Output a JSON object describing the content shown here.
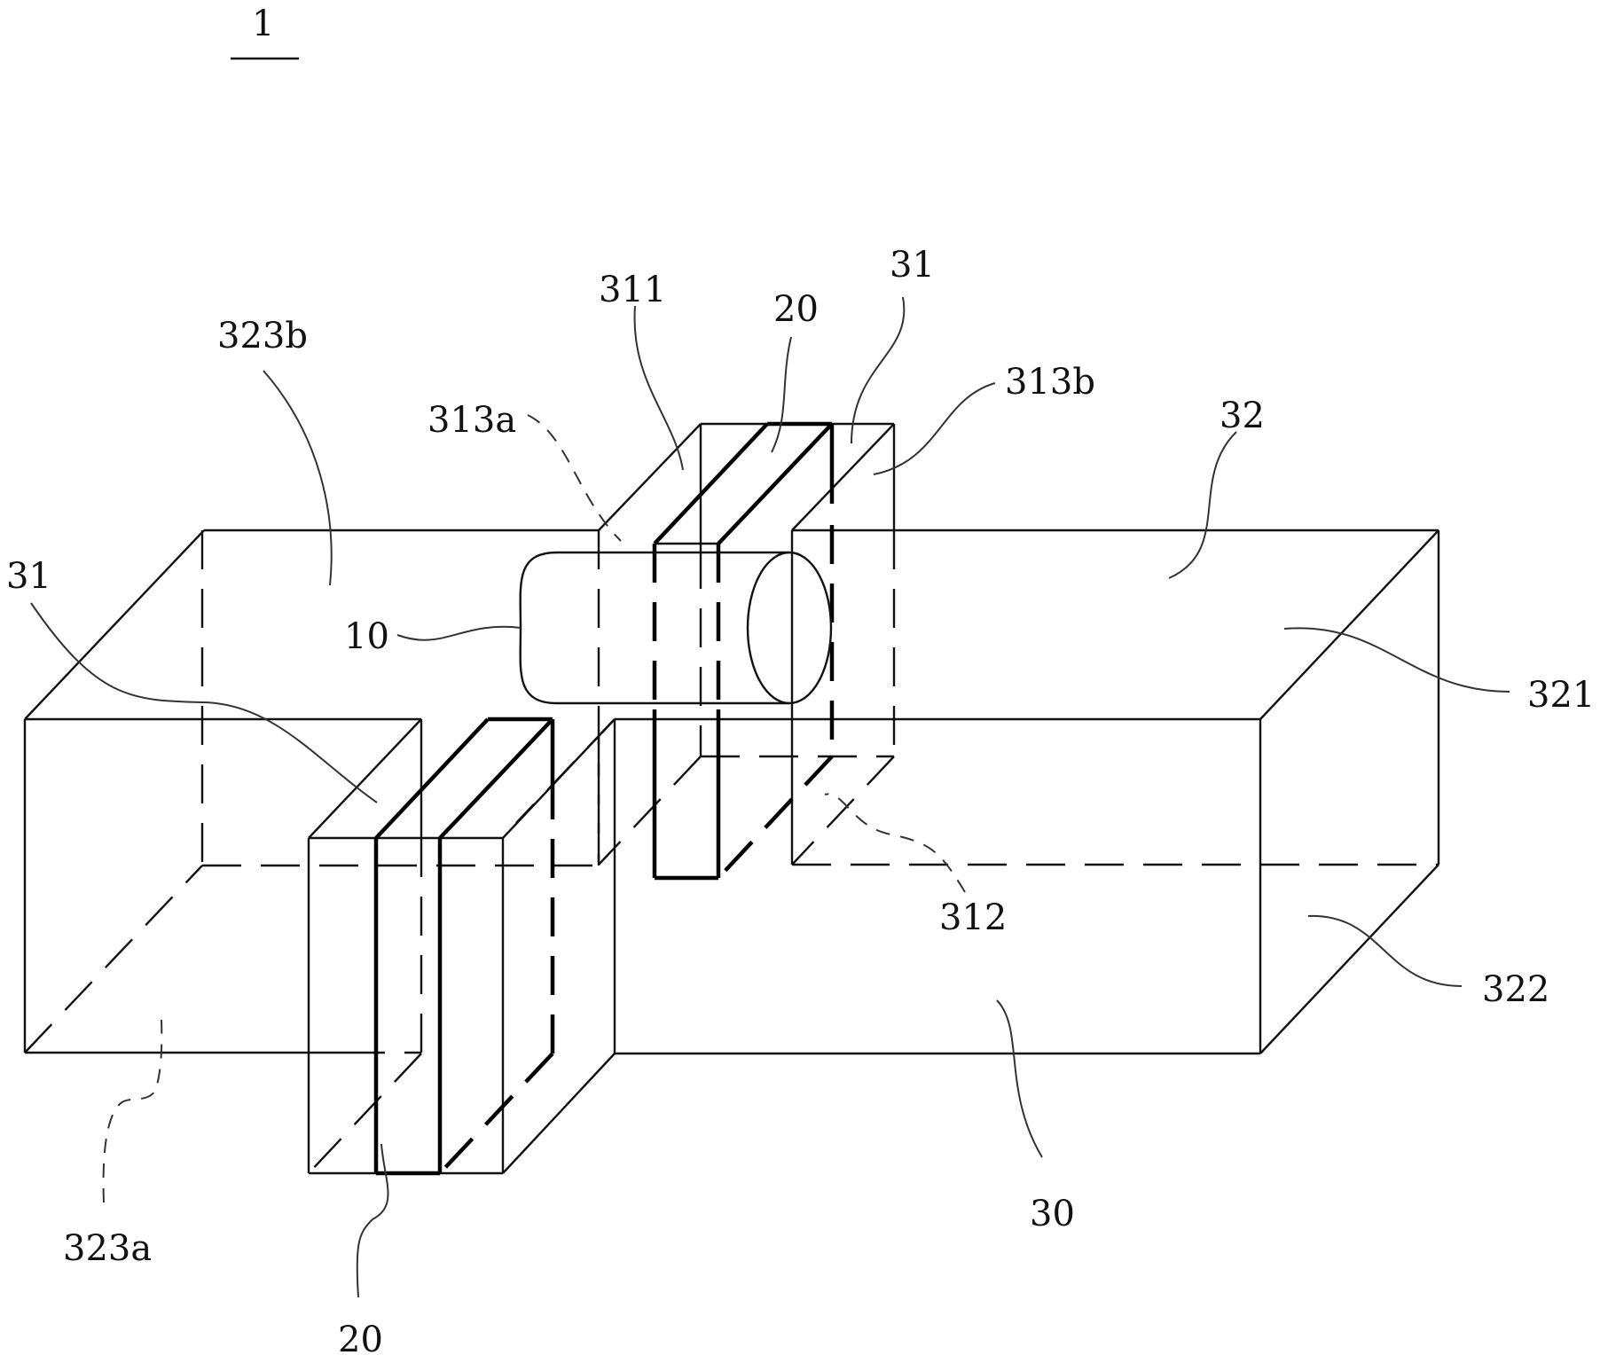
{
  "figure": {
    "number": "1",
    "labels": {
      "l311": "311",
      "l20_top": "20",
      "l31_top": "31",
      "l323b": "323b",
      "l313b": "313b",
      "l313a": "313a",
      "l32": "32",
      "l31_left": "31",
      "l10": "10",
      "l321": "321",
      "l312": "312",
      "l322": "322",
      "l30": "30",
      "l323a": "323a",
      "l20_bottom": "20"
    }
  }
}
